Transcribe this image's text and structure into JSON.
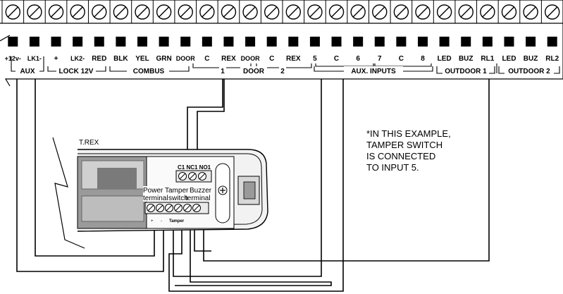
{
  "terminal_block": {
    "labels": [
      "+12v-",
      "LK1-",
      "+",
      "LK2-",
      "RED",
      "BLK",
      "YEL",
      "GRN",
      "DOOR",
      "C",
      "REX",
      "DOOR",
      "C",
      "REX",
      "5",
      "C",
      "6",
      "7",
      "C",
      "8",
      "LED",
      "BUZ",
      "RL1",
      "LED",
      "BUZ",
      "RL2"
    ],
    "group_labels": {
      "aux": "AUX",
      "lock": "LOCK 12V",
      "combus": "COMBUS",
      "door1": "1",
      "door": "DOOR",
      "door2": "2",
      "aux_inputs": "AUX. INPUTS",
      "outdoor1": "OUTDOOR 1",
      "outdoor2": "OUTDOOR 2"
    }
  },
  "device": {
    "name": "T.REX",
    "top_terminals": "C1 NC1 NO1",
    "power_label": "Power",
    "power_terminal": "terminal",
    "tamper_label": "Tamper",
    "tamper_switch": "switch",
    "buzzer_label": "Buzzer",
    "buzzer_terminal": "terminal",
    "tamper_small": "Tamper",
    "plus_small": "+",
    "minus_small": "-"
  },
  "note": {
    "lines": [
      "*IN THIS EXAMPLE,",
      "TAMPER SWITCH",
      "IS CONNECTED",
      "TO INPUT 5."
    ]
  },
  "colors": {
    "ink": "#000000",
    "device_gray": "#c8c8c8",
    "device_dark": "#7a7a7a",
    "terminal_fill": "#e6e6e6"
  }
}
